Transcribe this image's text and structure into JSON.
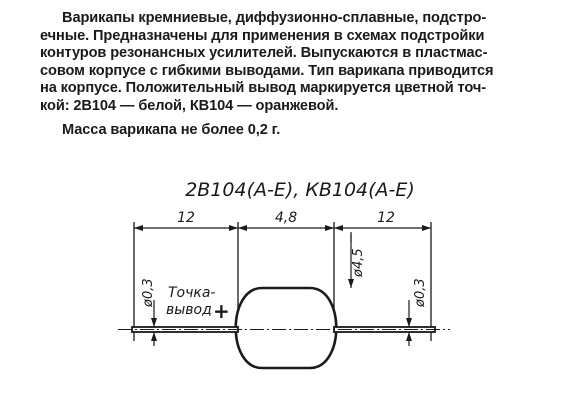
{
  "description": {
    "lines": [
      "Варикапы кремниевые, диффузионно-сплавные, подстро-",
      "ечные. Предназначены для применения в схемах подстройки",
      "контуров резонансных усилителей. Выпускаются в пластмас-",
      "совом корпусе с гибкими выводами. Тип варикапа приводится",
      "на корпусе. Положительный вывод маркируется цветной точ-",
      "кой: 2В104 — белой, КВ104 — оранжевой."
    ],
    "mass": "Масса варикапа не более 0,2 г."
  },
  "drawing": {
    "title": "2В104(А-Е), КВ104(А-Е)",
    "dim_lead_left": "12",
    "dim_body_length": "4,8",
    "dim_lead_right": "12",
    "dim_body_diameter": "ø4,5",
    "dim_lead_diameter_left": "ø0,3",
    "dim_lead_diameter_right": "ø0,3",
    "marking_label_line1": "Точка-",
    "marking_label_line2": "вывод",
    "marking_sign": "+"
  }
}
